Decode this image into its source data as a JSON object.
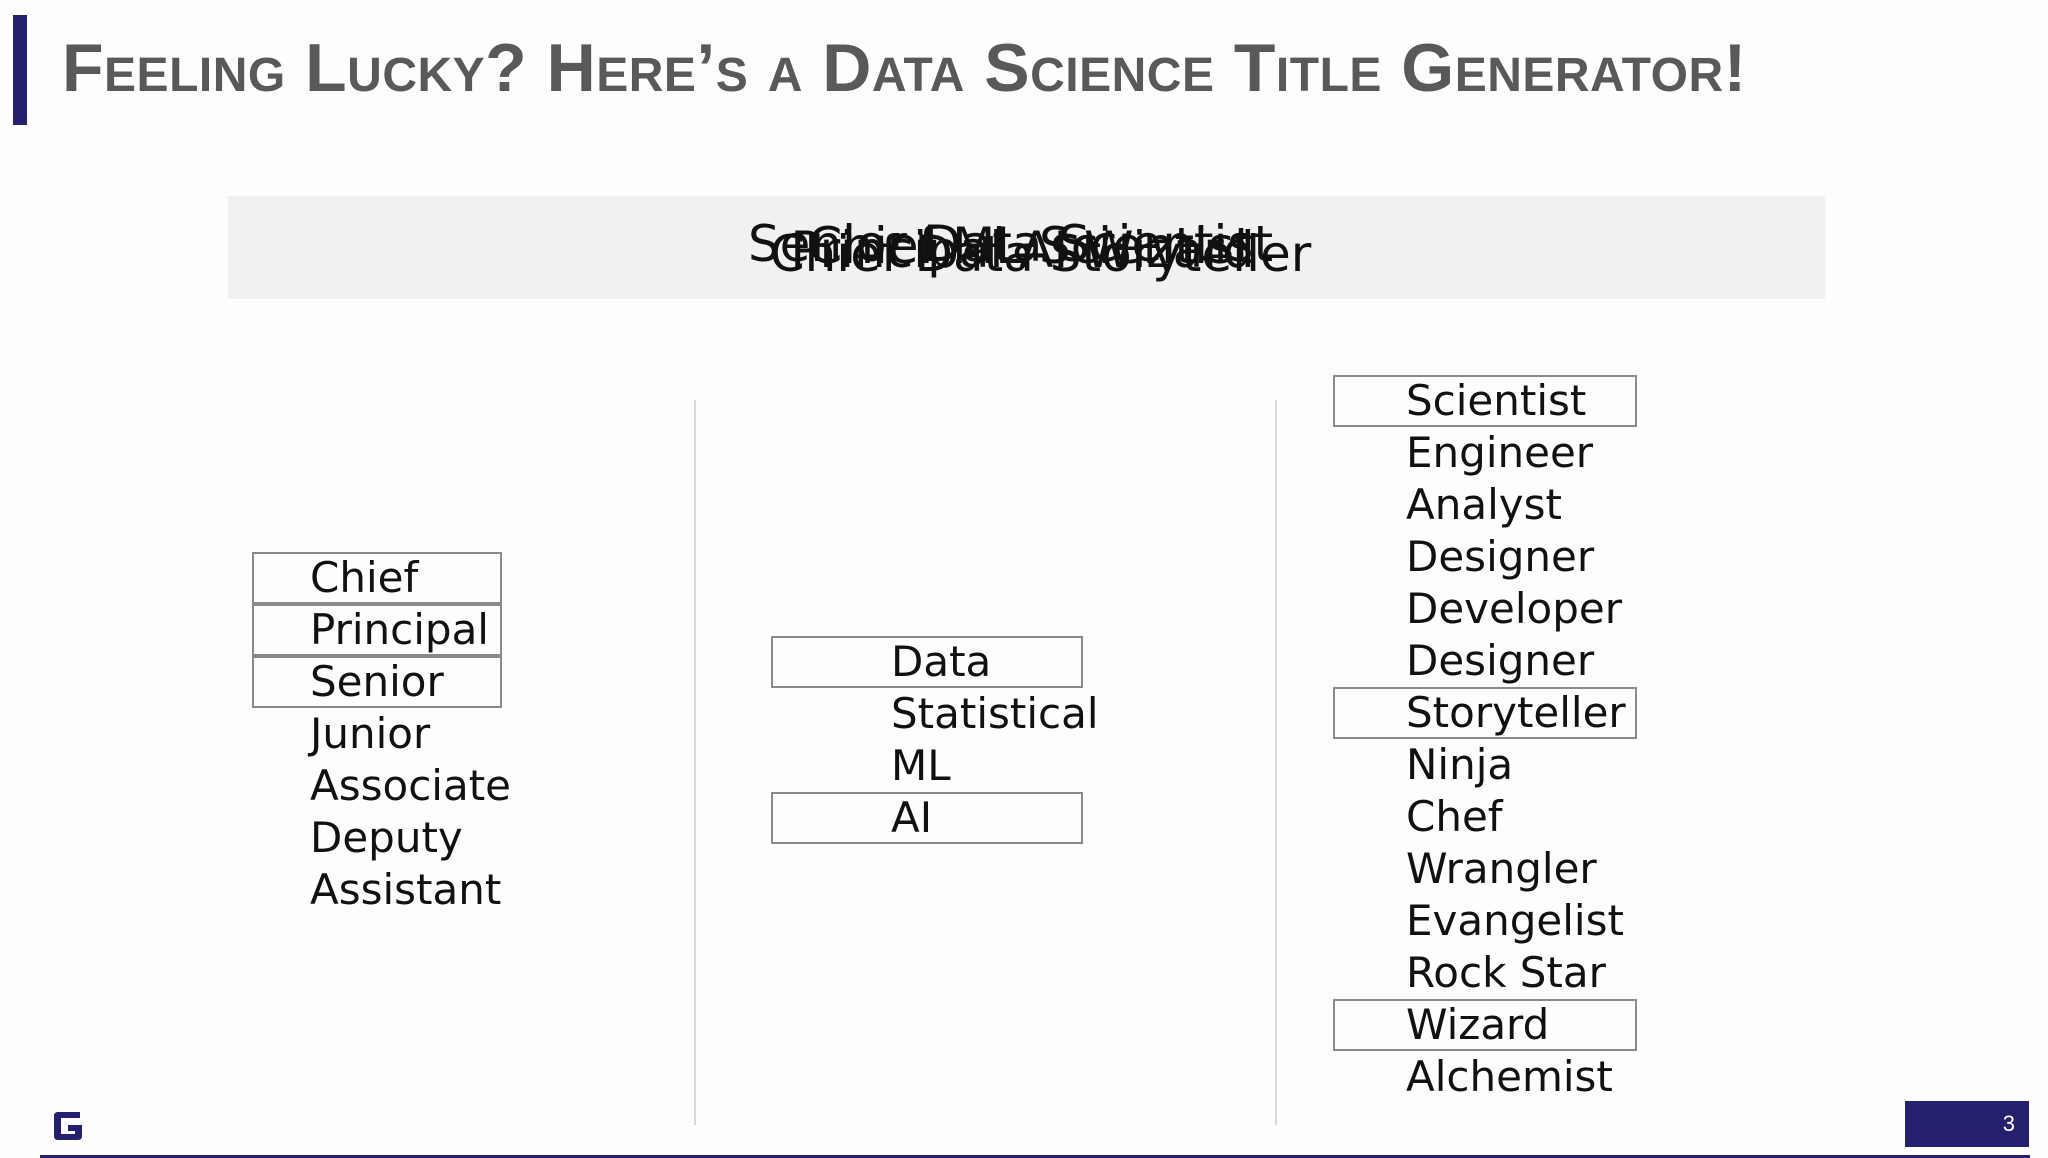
{
  "slide": {
    "title": "Feeling Lucky? Here’s a Data Science Title Generator!",
    "page_number": "3"
  },
  "banner": {
    "overlapping_titles": [
      "Senior Data Scientist",
      "Chief Data Storyteller",
      "Principal AI Wizard",
      "Chief ML Scientist"
    ]
  },
  "columns": {
    "level": {
      "items": [
        {
          "label": "Chief",
          "selected": true
        },
        {
          "label": "Principal",
          "selected": true
        },
        {
          "label": "Senior",
          "selected": true
        },
        {
          "label": "Junior",
          "selected": false
        },
        {
          "label": "Associate",
          "selected": false
        },
        {
          "label": "Deputy",
          "selected": false
        },
        {
          "label": "Assistant",
          "selected": false
        }
      ]
    },
    "field": {
      "items": [
        {
          "label": "Data",
          "selected": true
        },
        {
          "label": "Statistical",
          "selected": false
        },
        {
          "label": "ML",
          "selected": false
        },
        {
          "label": "AI",
          "selected": true
        }
      ]
    },
    "role": {
      "items": [
        {
          "label": "Scientist",
          "selected": true
        },
        {
          "label": "Engineer",
          "selected": false
        },
        {
          "label": "Analyst",
          "selected": false
        },
        {
          "label": "Designer",
          "selected": false
        },
        {
          "label": "Developer",
          "selected": false
        },
        {
          "label": "Designer",
          "selected": false
        },
        {
          "label": "Storyteller",
          "selected": true
        },
        {
          "label": "Ninja",
          "selected": false
        },
        {
          "label": "Chef",
          "selected": false
        },
        {
          "label": "Wrangler",
          "selected": false
        },
        {
          "label": "Evangelist",
          "selected": false
        },
        {
          "label": "Rock Star",
          "selected": false
        },
        {
          "label": "Wizard",
          "selected": true
        },
        {
          "label": "Alchemist",
          "selected": false
        }
      ]
    }
  },
  "colors": {
    "accent": "#241f6f",
    "title_text": "#595959",
    "banner_bg": "#f1f1f1",
    "box_border": "#8a8a8a"
  }
}
